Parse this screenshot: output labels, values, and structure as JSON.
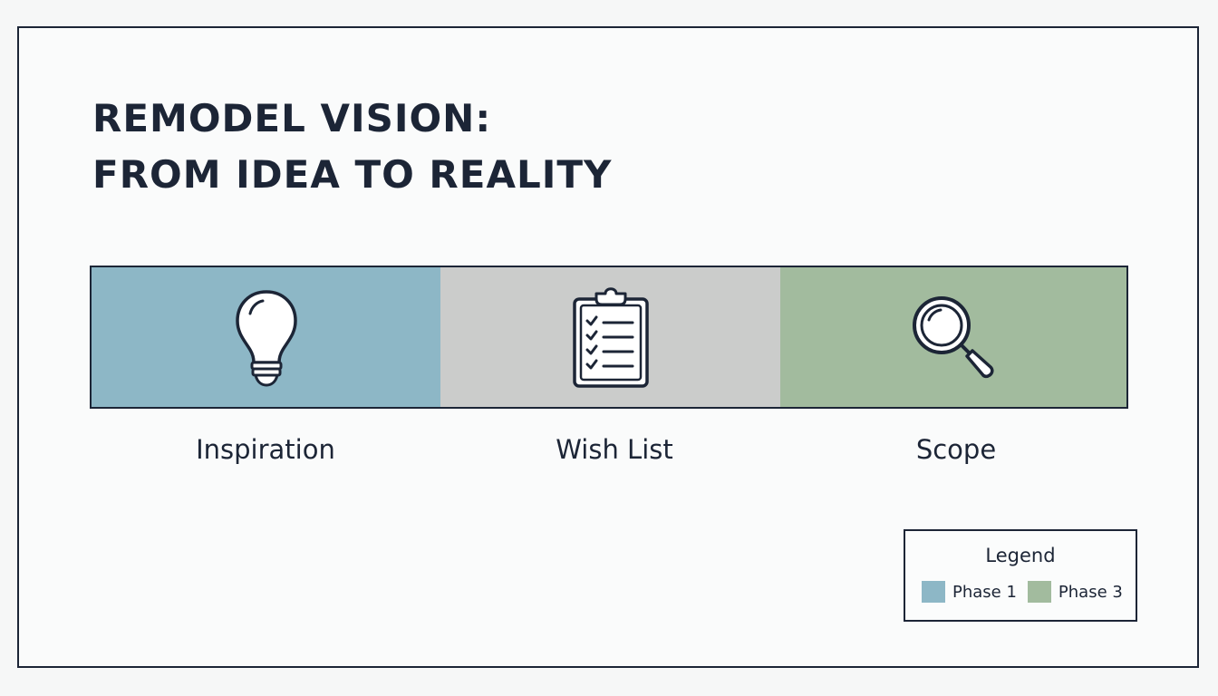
{
  "title": {
    "line1": "REMODEL VISION:",
    "line2": "FROM IDEA TO REALITY"
  },
  "segments": [
    {
      "label": "Inspiration",
      "icon": "lightbulb-icon",
      "color": "#8db7c6"
    },
    {
      "label": "Wish List",
      "icon": "clipboard-checklist-icon",
      "color": "#cbcccb"
    },
    {
      "label": "Scope",
      "icon": "magnifying-glass-icon",
      "color": "#a2bb9e"
    }
  ],
  "legend": {
    "title": "Legend",
    "items": [
      {
        "label": "Phase 1",
        "color": "#8db7c6"
      },
      {
        "label": "Phase 3",
        "color": "#a2bb9e"
      }
    ]
  },
  "colors": {
    "ink": "#1c2536",
    "background": "#f6f7f7"
  }
}
